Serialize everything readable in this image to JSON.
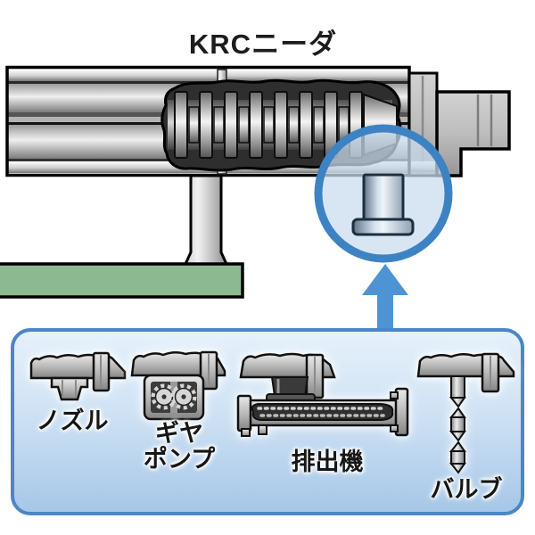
{
  "title": "KRCニーダ",
  "machine": {
    "label": "KRCニーダ",
    "base_plate_color": "#8DB990",
    "callout_circle_color": "#3D83C4",
    "arrow_color": "#4E94D4",
    "highlighted_component": "discharge-port"
  },
  "panel": {
    "border_color": "#4A86C8",
    "background_top": "#E6F1FB",
    "background_bottom": "#A6C7E8",
    "parts": [
      {
        "id": "nozzle",
        "label": "ノズル",
        "icon": "nozzle-figure"
      },
      {
        "id": "gear-pump",
        "label": "ギヤ\nポンプ",
        "icon": "gear-pump-figure"
      },
      {
        "id": "discharge-extruder",
        "label": "排出機",
        "icon": "discharge-extruder-figure"
      },
      {
        "id": "valve",
        "label": "バルブ",
        "icon": "valve-figure"
      }
    ]
  }
}
